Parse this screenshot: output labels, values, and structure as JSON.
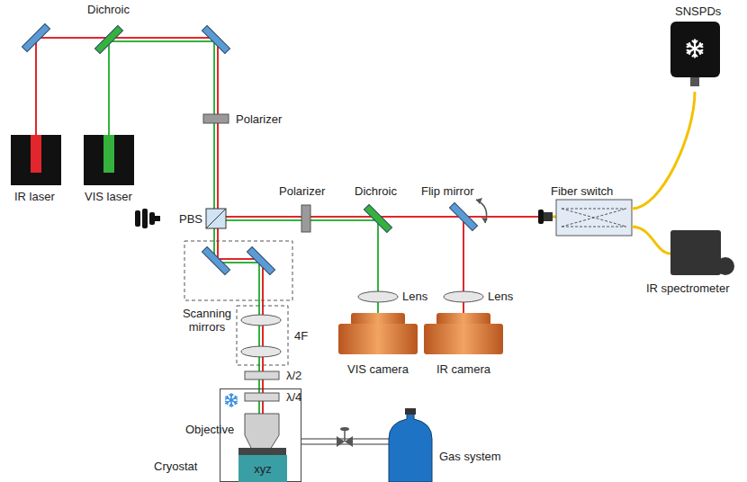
{
  "diagram": {
    "nodes": [
      {
        "text": [
          "Cryostat"
        ]
      },
      {
        "text": [
          "xyz"
        ],
        "in": 0
      }
    ],
    "labels": [
      "Dichroic",
      "Polarizer",
      "Polarizer",
      "Dichroic",
      "Flip mirror",
      "Fiber switch",
      "SNSPDs",
      "PBS",
      "IR laser",
      "VIS laser",
      "Scanning mirrors",
      "4F",
      "Lens",
      "Lens",
      "VIS camera",
      "IR camera",
      "IR spectrometer",
      "λ/2",
      "λ/4",
      "Objective",
      "Gas system"
    ]
  }
}
